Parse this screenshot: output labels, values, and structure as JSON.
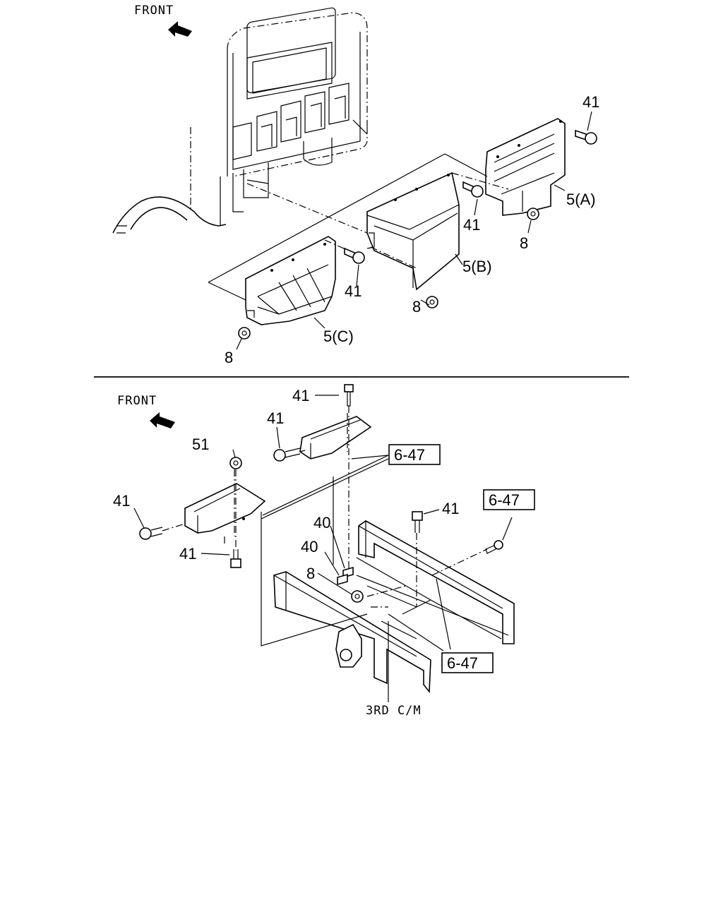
{
  "upper": {
    "front_label": "FRONT",
    "callouts": {
      "bolt_top_right": "41",
      "part_a": "5(A)",
      "bolt_a": "41",
      "nut_a": "8",
      "part_b": "5(B)",
      "bolt_b": "41",
      "nut_b": "8",
      "part_c": "5(C)",
      "nut_c": "8"
    }
  },
  "lower": {
    "front_label": "FRONT",
    "callouts": {
      "bolt_top": "41",
      "bolt_upper_left": "41",
      "nut_51": "51",
      "bolt_left": "41",
      "bolt_lower_left": "41",
      "bolt_right": "41",
      "clip_1": "40",
      "clip_2": "40",
      "nut_8": "8",
      "crossmember": "3RD C/M"
    },
    "ref_boxes": {
      "ref_top": "6-47",
      "ref_right": "6-47",
      "ref_bottom": "6-47"
    }
  }
}
